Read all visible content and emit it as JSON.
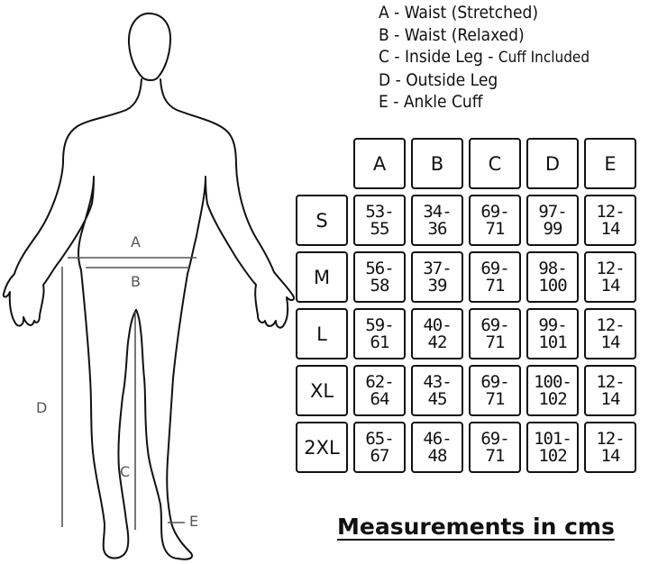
{
  "figure": {
    "labels": {
      "a": "A",
      "b": "B",
      "c": "C",
      "d": "D",
      "e": "E"
    }
  },
  "legend": [
    {
      "text": "A - Waist (Stretched)",
      "note": ""
    },
    {
      "text": "B - Waist (Relaxed)",
      "note": ""
    },
    {
      "text": "C - Inside Leg - ",
      "note": "Cuff Included"
    },
    {
      "text": "D - Outside Leg",
      "note": ""
    },
    {
      "text": "E - Ankle Cuff",
      "note": ""
    }
  ],
  "table": {
    "headers": [
      "A",
      "B",
      "C",
      "D",
      "E"
    ],
    "rows": [
      {
        "size": "S",
        "values": [
          "53-\n55",
          "34-\n36",
          "69-\n71",
          "97-\n99",
          "12-\n14"
        ]
      },
      {
        "size": "M",
        "values": [
          "56-\n58",
          "37-\n39",
          "69-\n71",
          "98-\n100",
          "12-\n14"
        ]
      },
      {
        "size": "L",
        "values": [
          "59-\n61",
          "40-\n42",
          "69-\n71",
          "99-\n101",
          "12-\n14"
        ]
      },
      {
        "size": "XL",
        "values": [
          "62-\n64",
          "43-\n45",
          "69-\n71",
          "100-\n102",
          "12-\n14"
        ]
      },
      {
        "size": "2XL",
        "values": [
          "65-\n67",
          "46-\n48",
          "69-\n71",
          "101-\n102",
          "12-\n14"
        ]
      }
    ]
  },
  "footnote": "Measurements in cms"
}
